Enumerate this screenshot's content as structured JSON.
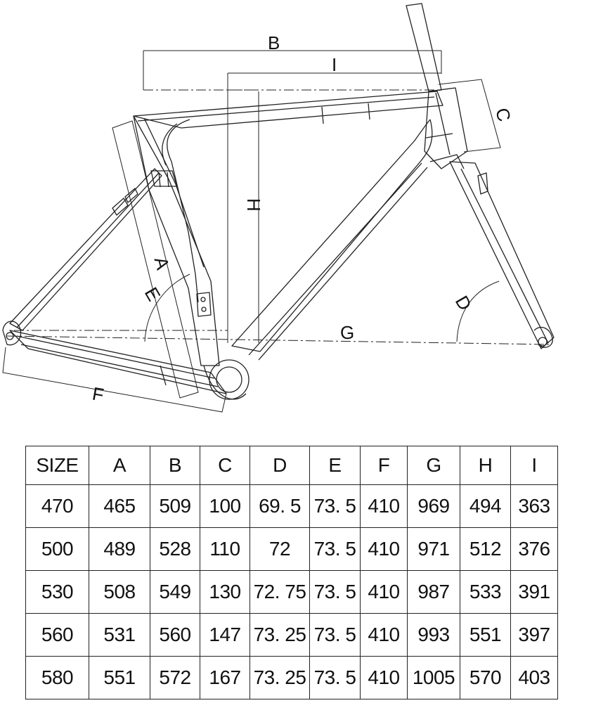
{
  "diagram": {
    "labels": {
      "A": "A",
      "B": "B",
      "C": "C",
      "D": "D",
      "E": "E",
      "F": "F",
      "G": "G",
      "H": "H",
      "I": "I"
    }
  },
  "table": {
    "headers": [
      "SIZE",
      "A",
      "B",
      "C",
      "D",
      "E",
      "F",
      "G",
      "H",
      "I"
    ],
    "rows": [
      [
        "470",
        "465",
        "509",
        "100",
        "69. 5",
        "73. 5",
        "410",
        "969",
        "494",
        "363"
      ],
      [
        "500",
        "489",
        "528",
        "110",
        "72",
        "73. 5",
        "410",
        "971",
        "512",
        "376"
      ],
      [
        "530",
        "508",
        "549",
        "130",
        "72. 75",
        "73. 5",
        "410",
        "987",
        "533",
        "391"
      ],
      [
        "560",
        "531",
        "560",
        "147",
        "73. 25",
        "73. 5",
        "410",
        "993",
        "551",
        "397"
      ],
      [
        "580",
        "551",
        "572",
        "167",
        "73. 25",
        "73. 5",
        "410",
        "1005",
        "570",
        "403"
      ]
    ]
  }
}
